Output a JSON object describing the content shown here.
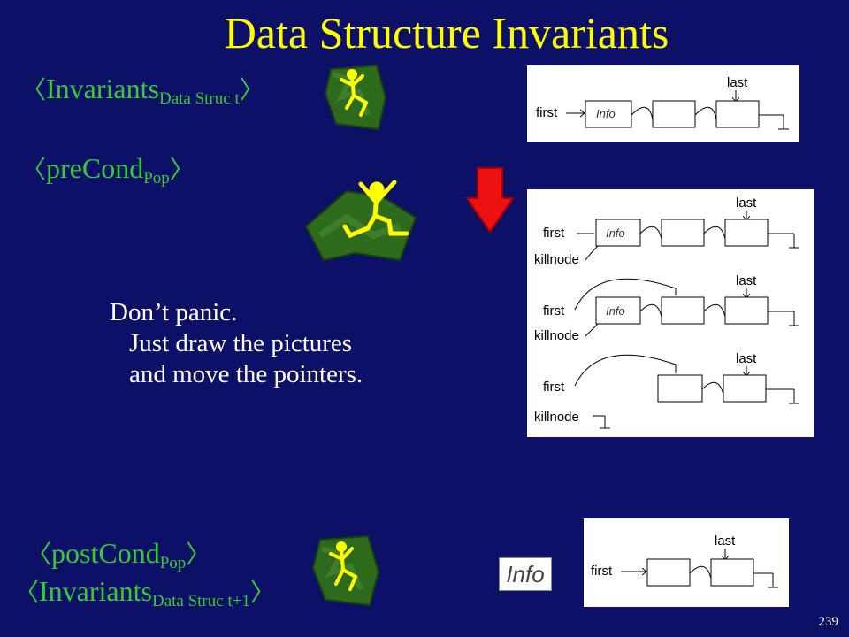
{
  "title": "Data Structure Invariants",
  "conditions": {
    "invariants_top": {
      "lbracket": "〈",
      "main": "Invariants",
      "sub": "Data Struc t",
      "rbracket": "〉"
    },
    "pre_cond": {
      "lbracket": "〈",
      "main": "preCond",
      "sub": "Pop",
      "rbracket": "〉"
    },
    "post_cond": {
      "lbracket": "〈",
      "main": "postCond",
      "sub": "Pop",
      "rbracket": "〉"
    },
    "invariants_bottom": {
      "lbracket": "〈",
      "main": "Invariants",
      "sub": "Data Struc t+1",
      "rbracket": "〉"
    }
  },
  "message": {
    "line1": "Don’t panic.",
    "line2": "Just draw the pictures",
    "line3": "and move the pointers."
  },
  "diagram_labels": {
    "first": "first",
    "last": "last",
    "info": "Info",
    "killnode": "killnode"
  },
  "info_chip": "Info",
  "page_number": "239",
  "colors": {
    "background": "#0c1066",
    "title": "#ffff00",
    "condition": "#33cc33",
    "arrow": "#ee1111",
    "frog_bg": "#2e6a1c",
    "frog": "#ffff00"
  },
  "icons": [
    "frog-icon",
    "jumping-frog-icon",
    "down-arrow-icon"
  ]
}
